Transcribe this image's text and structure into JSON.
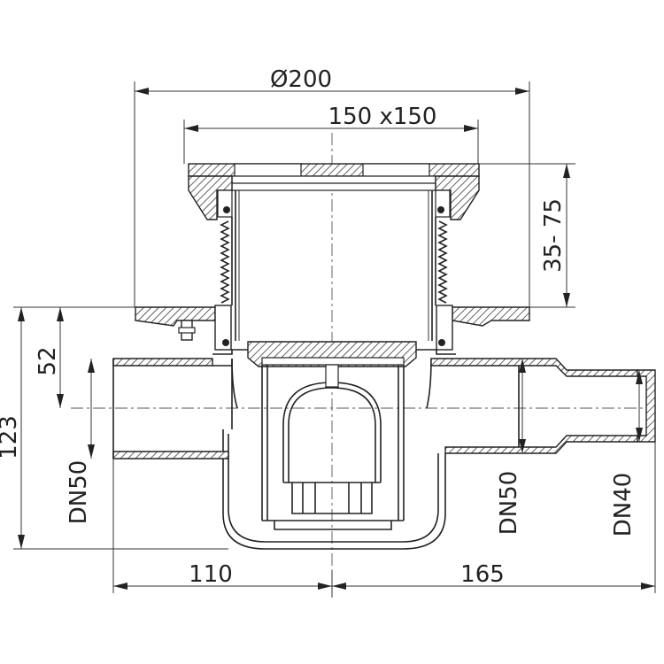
{
  "dimensions": {
    "diameter": "Ø200",
    "grate": "150 x150",
    "height_range": "35- 75",
    "offset": "52",
    "total_height": "123",
    "left_length": "110",
    "right_length": "165",
    "outlet_left": "DN50",
    "outlet_middle": "DN50",
    "outlet_right": "DN40"
  },
  "colors": {
    "line": "#222222",
    "background": "#ffffff"
  }
}
